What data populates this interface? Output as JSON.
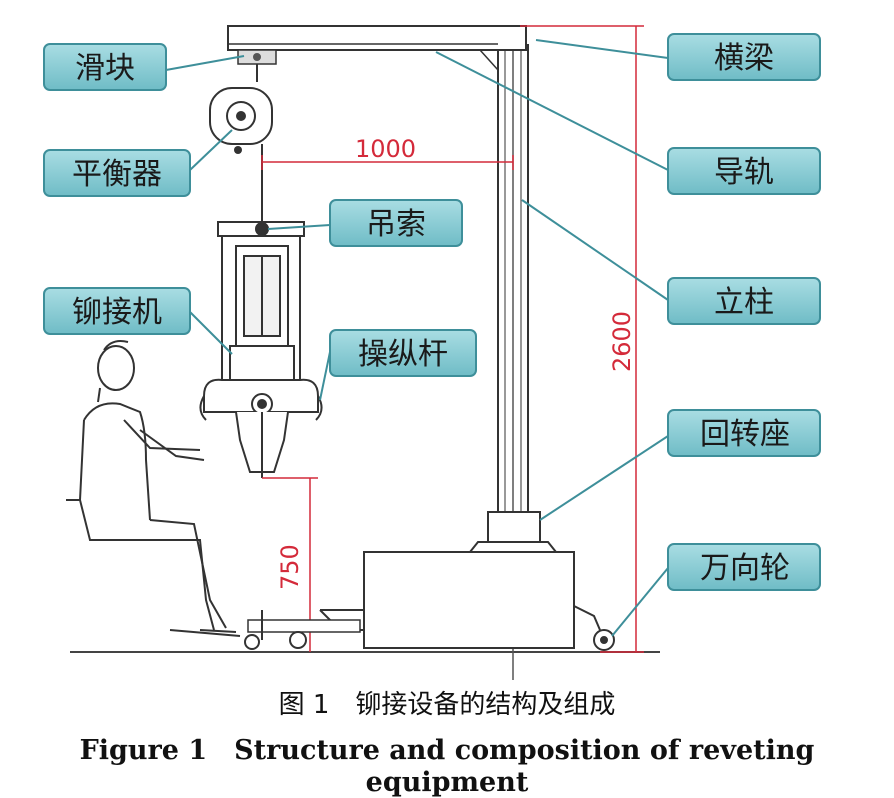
{
  "labels": {
    "slider": "滑块",
    "beam": "横梁",
    "balancer": "平衡器",
    "guide_rail": "导轨",
    "sling": "吊索",
    "riveter": "铆接机",
    "column": "立柱",
    "joystick": "操纵杆",
    "slewing_base": "回转座",
    "caster": "万向轮"
  },
  "dimensions": {
    "beam_reach": "1000",
    "height": "2600",
    "operator_height": "750"
  },
  "caption": {
    "chinese": "图 1　铆接设备的结构及组成",
    "english": "Figure 1　Structure and composition of reveting equipment"
  },
  "colors": {
    "label_fill": "#7ec8d0",
    "label_stroke": "#3e8f9a",
    "dimension": "#d42a3a",
    "line": "#333333"
  }
}
